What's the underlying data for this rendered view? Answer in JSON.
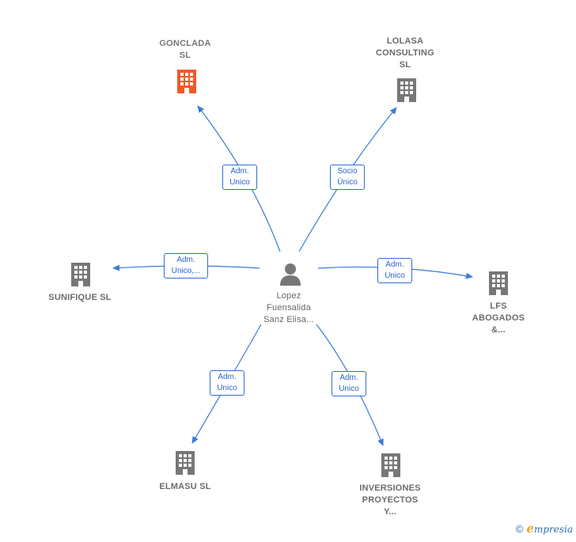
{
  "center": {
    "name_lines": [
      "Lopez",
      "Fuensalida",
      "Sanz Elisa..."
    ],
    "icon": "person-icon"
  },
  "companies": [
    {
      "id": "gonclada",
      "lines": [
        "GONCLADA",
        "SL"
      ],
      "icon": "building-icon",
      "color": "#f05a28",
      "highlight": true
    },
    {
      "id": "lolasa",
      "lines": [
        "LOLASA",
        "CONSULTING",
        "SL"
      ],
      "icon": "building-icon",
      "color": "#777777"
    },
    {
      "id": "sunifique",
      "lines": [
        "SUNIFIQUE  SL"
      ],
      "icon": "building-icon",
      "color": "#777777"
    },
    {
      "id": "lfs",
      "lines": [
        "LFS",
        "ABOGADOS",
        "&..."
      ],
      "icon": "building-icon",
      "color": "#777777"
    },
    {
      "id": "elmasu",
      "lines": [
        "ELMASU  SL"
      ],
      "icon": "building-icon",
      "color": "#777777"
    },
    {
      "id": "inversiones",
      "lines": [
        "INVERSIONES",
        "PROYECTOS",
        "Y..."
      ],
      "icon": "building-icon",
      "color": "#777777"
    }
  ],
  "relations": [
    {
      "target": "gonclada",
      "lines": [
        "Adm.",
        "Unico"
      ]
    },
    {
      "target": "lolasa",
      "lines": [
        "Socio",
        "Único"
      ]
    },
    {
      "target": "sunifique",
      "lines": [
        "Adm.",
        "Unico,..."
      ]
    },
    {
      "target": "lfs",
      "lines": [
        "Adm.",
        "Unico"
      ]
    },
    {
      "target": "elmasu",
      "lines": [
        "Adm.",
        "Unico"
      ]
    },
    {
      "target": "inversiones",
      "lines": [
        "Adm.",
        "Unico"
      ]
    }
  ],
  "colors": {
    "edge": "#3a7bd5",
    "building": "#777777",
    "highlight": "#f05a28",
    "person": "#777777"
  },
  "footer": {
    "copyright": "©",
    "brand_initial": "e",
    "brand_rest": "mpresia"
  }
}
